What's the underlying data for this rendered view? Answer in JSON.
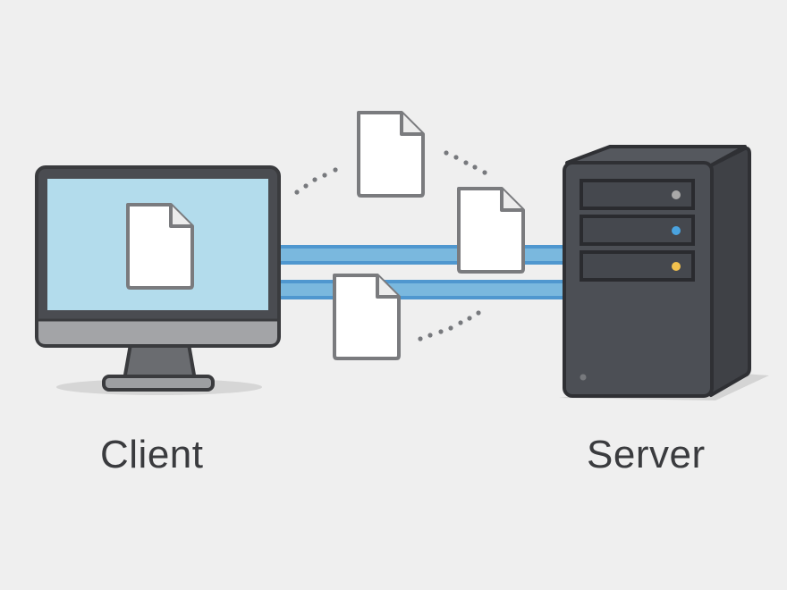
{
  "diagram": {
    "type": "client-server file transfer illustration",
    "client": {
      "label": "Client",
      "device": "desktop-monitor",
      "screen_color": "#b3dcec",
      "screen_content": "document-icon"
    },
    "server": {
      "label": "Server",
      "device": "tower-server",
      "body_color": "#4c4f55",
      "drive_bays": [
        {
          "indicator_color": "#a9a9a9"
        },
        {
          "indicator_color": "#4aa3df"
        },
        {
          "indicator_color": "#f2c14e"
        }
      ],
      "power_led_color": "#77797d"
    },
    "connections": {
      "count": 2,
      "color": "#7ab8de",
      "edge_color": "#4f97cf"
    },
    "documents_in_transit": {
      "count": 3,
      "icon": "document-icon"
    },
    "motion_paths": {
      "style": "dotted",
      "color": "#77797d",
      "count": 3
    },
    "colors": {
      "background": "#efefef",
      "outline": "#3a3b3e",
      "document_outline": "#7a7b7e",
      "document_fill": "#ffffff",
      "label_text": "#3a3b3e"
    }
  }
}
